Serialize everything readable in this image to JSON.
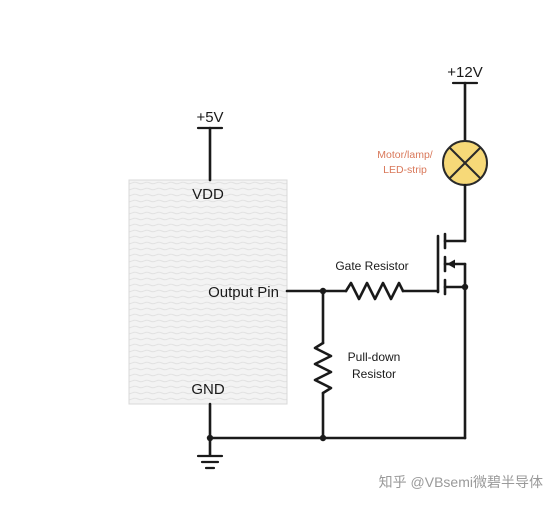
{
  "diagram": {
    "supply_low": "+5V",
    "supply_high": "+12V",
    "chip": {
      "vdd": "VDD",
      "output": "Output Pin",
      "gnd": "GND"
    },
    "gate_resistor": "Gate Resistor",
    "pulldown_line1": "Pull-down",
    "pulldown_line2": "Resistor",
    "load_line1": "Motor/lamp/",
    "load_line2": "LED-strip",
    "colors": {
      "wire": "#1a1a1a",
      "chip_fill": "#f1f1f1",
      "lamp_fill": "#f7d978",
      "load_label": "#d9785a"
    }
  },
  "watermark": "知乎 @VBsemi微碧半导体"
}
